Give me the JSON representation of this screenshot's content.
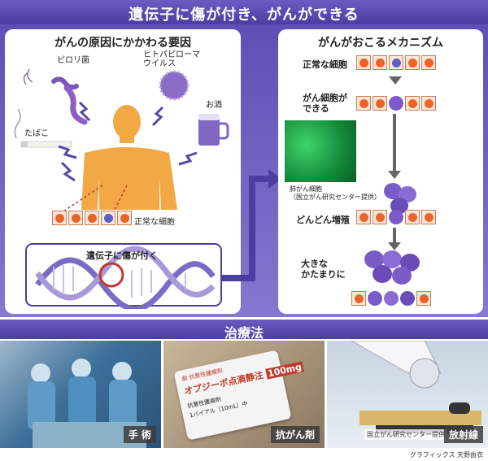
{
  "header": {
    "title": "遺伝子に傷が付き、がんができる"
  },
  "left_panel": {
    "title": "がんの原因にかかわる要因",
    "factors": {
      "pylori": "ピロリ菌",
      "hpv": "ヒトパピローマ\nウイルス",
      "tobacco": "たばこ",
      "alcohol": "お酒"
    },
    "normal_cell_label": "正常な細胞",
    "dna_label": "遺伝子に傷が付く"
  },
  "right_panel": {
    "title": "がんがおこるメカニズム",
    "steps": {
      "normal": "正常な細胞",
      "cancer": "がん細胞が\nできる",
      "proliferate": "どんどん増殖",
      "mass": "大きな\nかたまりに"
    },
    "micro_caption": "肺がん細胞\n（国立がん研究センター提供）"
  },
  "treatment": {
    "title": "治療法",
    "surgery": "手 術",
    "chemo": "抗がん剤",
    "radiation": "放射線",
    "radiation_credit": "国立がん研究センター提供",
    "vial_top": "劇 抗悪性腫瘍剤",
    "vial_brand": "オプジーボ点滴静注",
    "vial_dose": "100mg",
    "vial_line1": "抗悪性腫瘍剤",
    "vial_line2": "1バイアル（10mL）中"
  },
  "footer": {
    "credit": "グラフィックス 天野由衣"
  },
  "colors": {
    "band": "#5a4cb0",
    "cell_fill": "#fbe7d8",
    "nucleus": "#e8642a",
    "cancer": "#7a5cc8",
    "body": "#f0a53c"
  }
}
